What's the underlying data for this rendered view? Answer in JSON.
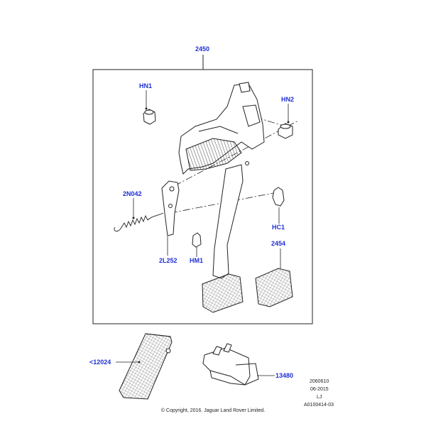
{
  "callouts": {
    "assembly": "2450",
    "hn1": "HN1",
    "hn2": "HN2",
    "spring": "2N042",
    "clip_hc1": "HC1",
    "pedal_2454": "2454",
    "bracket_2l252": "2L252",
    "clip_hm1": "HM1",
    "accel_pedal": "<12024",
    "bracket_13480": "13480"
  },
  "meta": {
    "code": "2060610",
    "date": "06-2015",
    "initials": "LJ",
    "ref": "A0100414-03"
  },
  "copyright": "© Copyright, 2016. Jaguar Land Rover Limited.",
  "colors": {
    "callout": "#1f2fd6",
    "line": "#222222"
  }
}
